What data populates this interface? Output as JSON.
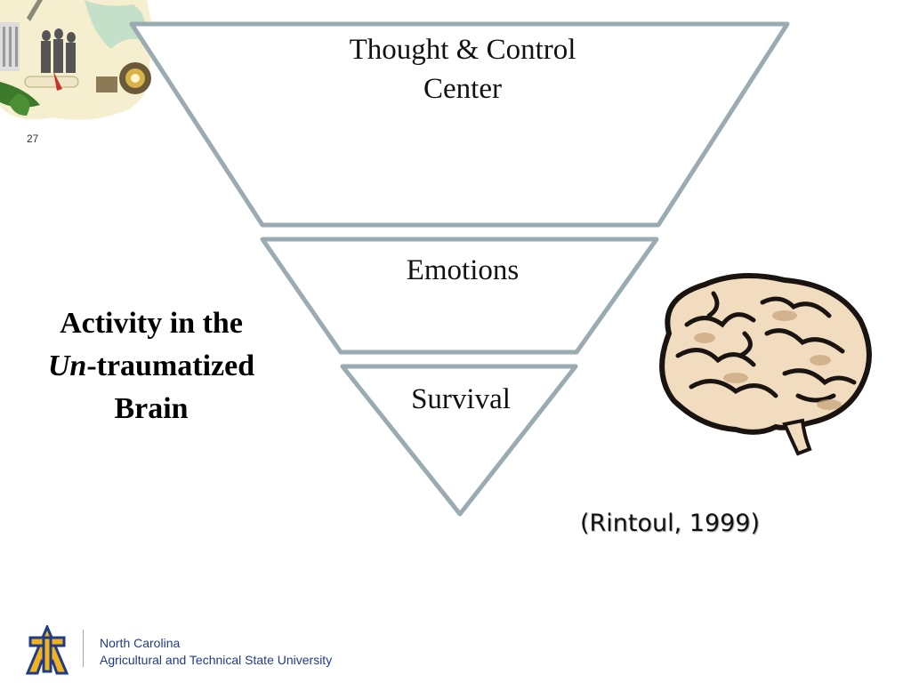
{
  "pyramid": {
    "top_label": "Thought & Control\nCenter",
    "top_label_line1": "Thought & Control",
    "top_label_line2": "Center",
    "middle_label": "Emotions",
    "bottom_label": "Survival",
    "stroke_color": "#9aacb1"
  },
  "side_title": {
    "line1": "Activity in the",
    "line2_italic": "Un",
    "line2_rest": "-traumatized",
    "line3": "Brain"
  },
  "citation": "(Rintoul, 1999)",
  "slide_number": "27",
  "footer": {
    "line1": "North Carolina",
    "line2": "Agricultural and Technical State University",
    "text_color": "#1f3c8a",
    "logo_colors": [
      "#f1b21c",
      "#1f3c8a"
    ]
  },
  "decorations": {
    "corner_illustration": "campus-collage-icon",
    "brain_illustration": "brain-icon"
  }
}
